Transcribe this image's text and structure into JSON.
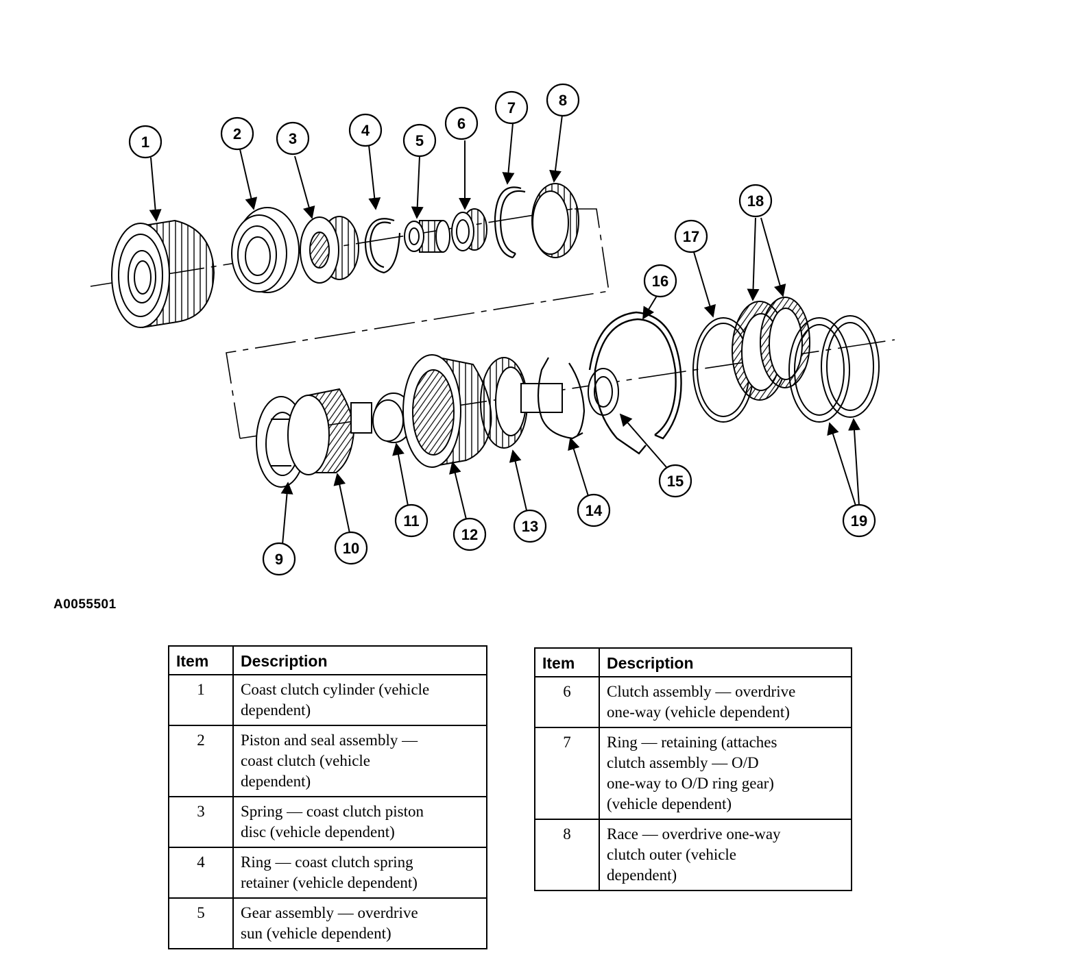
{
  "figure_id": "A0055501",
  "callouts": [
    "1",
    "2",
    "3",
    "4",
    "5",
    "6",
    "7",
    "8",
    "9",
    "10",
    "11",
    "12",
    "13",
    "14",
    "15",
    "16",
    "17",
    "18",
    "19"
  ],
  "legend": {
    "header_item": "Item",
    "header_description": "Description",
    "left": [
      {
        "item": "1",
        "desc1": "Coast clutch cylinder (vehicle",
        "desc2": "dependent)",
        "desc3": ""
      },
      {
        "item": "2",
        "desc1": "Piston and seal assembly —",
        "desc2": "coast clutch (vehicle",
        "desc3": "dependent)"
      },
      {
        "item": "3",
        "desc1": "Spring — coast clutch piston",
        "desc2": "disc (vehicle dependent)",
        "desc3": ""
      },
      {
        "item": "4",
        "desc1": "Ring — coast clutch spring",
        "desc2": "retainer (vehicle dependent)",
        "desc3": ""
      },
      {
        "item": "5",
        "desc1": "Gear assembly — overdrive",
        "desc2": "sun (vehicle dependent)",
        "desc3": ""
      }
    ],
    "right": [
      {
        "item": "6",
        "desc1": "Clutch assembly — overdrive",
        "desc2": "one-way (vehicle dependent)",
        "desc3": "",
        "desc4": ""
      },
      {
        "item": "7",
        "desc1": "Ring — retaining (attaches",
        "desc2": "clutch assembly — O/D",
        "desc3": "one-way to O/D ring gear)",
        "desc4": "(vehicle dependent)"
      },
      {
        "item": "8",
        "desc1": "Race — overdrive one-way",
        "desc2": "clutch outer (vehicle",
        "desc3": "dependent)",
        "desc4": ""
      }
    ]
  }
}
